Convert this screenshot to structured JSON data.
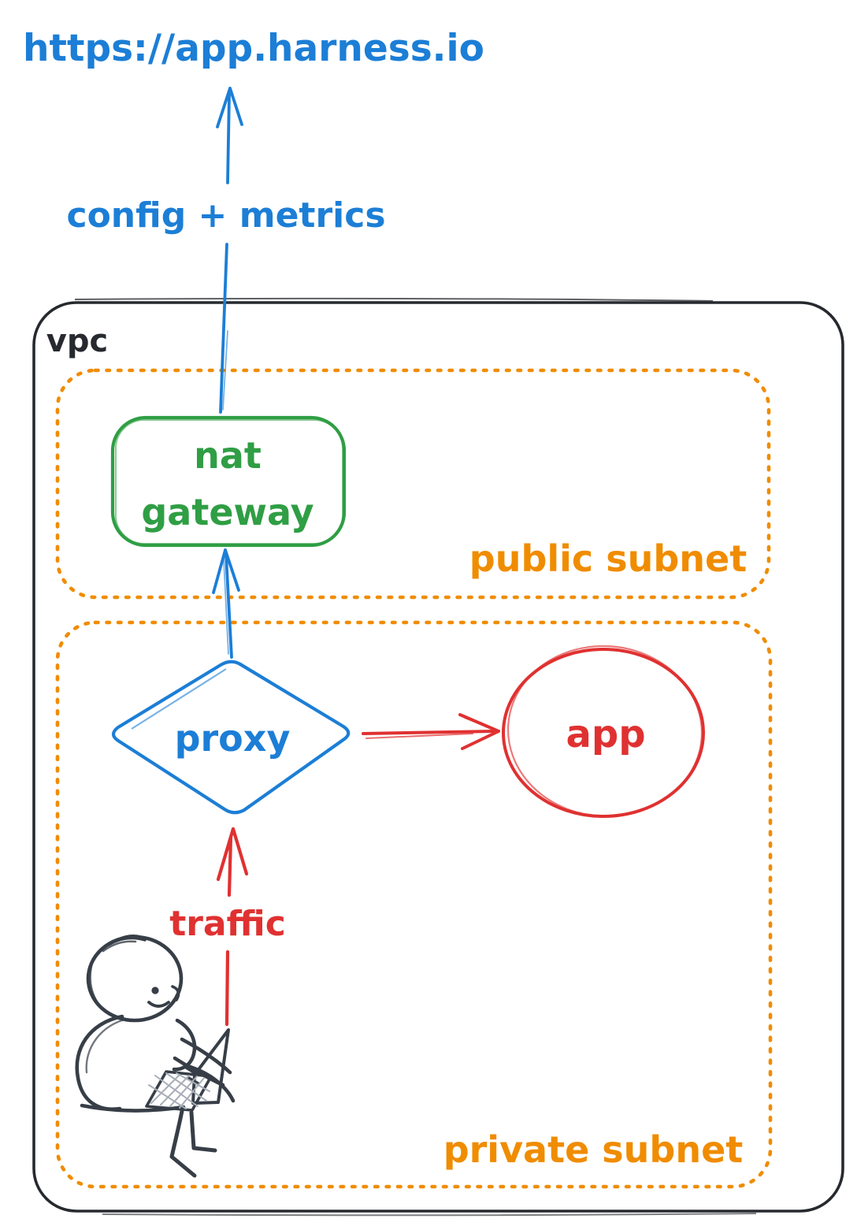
{
  "diagram": {
    "url_label": "https://app.harness.io",
    "config_metrics_label": "config + metrics",
    "vpc_label": "vpc",
    "nat_gateway": {
      "line1": "nat",
      "line2": "gateway"
    },
    "public_subnet_label": "public subnet",
    "proxy_label": "proxy",
    "app_label": "app",
    "traffic_label": "traffic",
    "private_subnet_label": "private subnet"
  },
  "colors": {
    "blue": "#1c7ed6",
    "green": "#2f9e44",
    "orange": "#f08c00",
    "red": "#e03131",
    "ink": "#26292e",
    "person_ink": "#373e47",
    "background": "#ffffff"
  }
}
